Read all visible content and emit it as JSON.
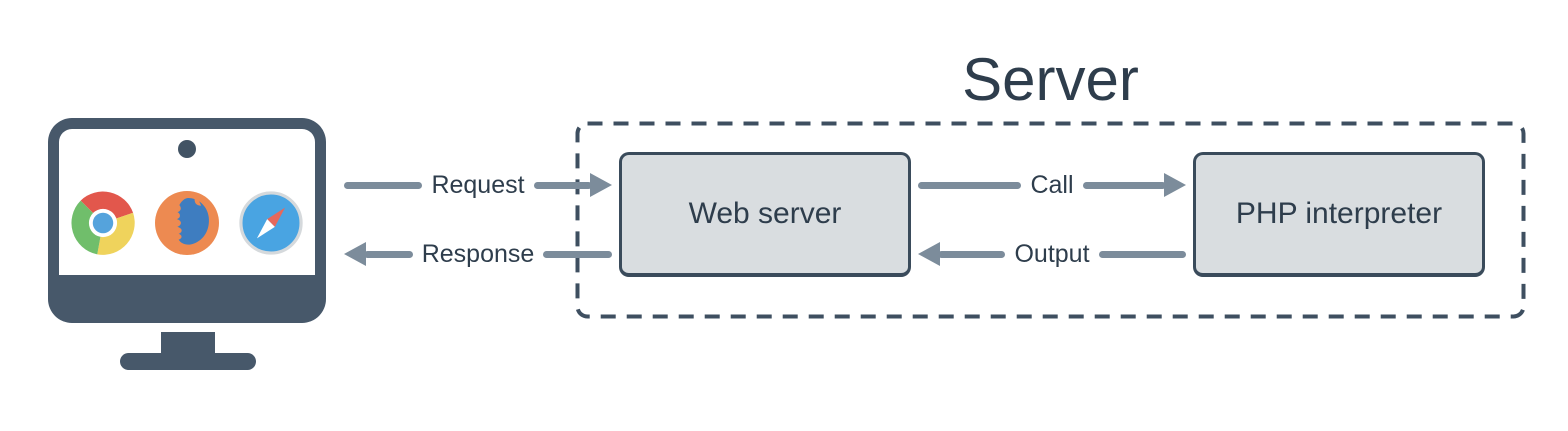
{
  "diagram": {
    "title": "Server",
    "client": {
      "description": "computer with web browsers",
      "browser_icons": [
        "chrome-icon",
        "firefox-icon",
        "safari-icon"
      ]
    },
    "nodes": {
      "web_server": "Web server",
      "php_interpreter": "PHP interpreter"
    },
    "flows": {
      "request": "Request",
      "response": "Response",
      "call": "Call",
      "output": "Output"
    },
    "colors": {
      "slate": "#47586A",
      "ink": "#2E3D4C",
      "arrow": "#7C8C9B",
      "box_fill": "#D9DDE0",
      "box_border": "#3A4B5B",
      "dash_border": "#3E4F60"
    }
  }
}
